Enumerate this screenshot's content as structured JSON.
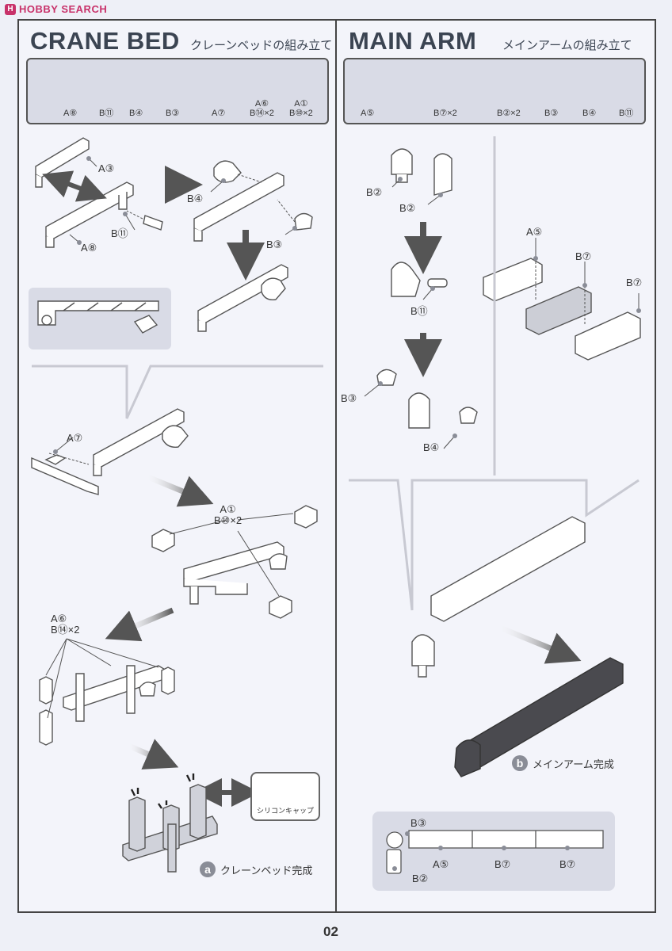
{
  "watermark": {
    "logo_letter": "H",
    "text": "HOBBY SEARCH"
  },
  "crane_bed": {
    "title": "CRANE BED",
    "subtitle": "クレーンベッドの組み立て",
    "parts": [
      "A⑧",
      "B⑪",
      "B④",
      "B③",
      "A⑦",
      "A⑥\nB⑭×2",
      "A①\nB⑩×2"
    ],
    "callouts": {
      "a3": "A③",
      "b4": "B④",
      "b11": "B⑪",
      "a8": "A⑧",
      "b3": "B③",
      "a7": "A⑦",
      "a1_b10": "A①\nB⑩×2",
      "a6_b14": "A⑥\nB⑭×2"
    },
    "silicon_cap": "シリコンキャップ",
    "completion_letter": "a",
    "completion": "クレーンベッド完成"
  },
  "main_arm": {
    "title": "MAIN ARM",
    "subtitle": "メインアームの組み立て",
    "parts": [
      "A⑤",
      "B⑦×2",
      "B②×2",
      "B③",
      "B④",
      "B⑪"
    ],
    "callouts": {
      "b2a": "B②",
      "b2b": "B②",
      "b11": "B⑪",
      "a5": "A⑤",
      "b7a": "B⑦",
      "b7b": "B⑦",
      "b3": "B③",
      "b4": "B④",
      "d_b3": "B③",
      "d_a5": "A⑤",
      "d_b7a": "B⑦",
      "d_b7b": "B⑦",
      "d_b2": "B②"
    },
    "completion_letter": "b",
    "completion": "メインアーム完成"
  },
  "page_number": "02"
}
